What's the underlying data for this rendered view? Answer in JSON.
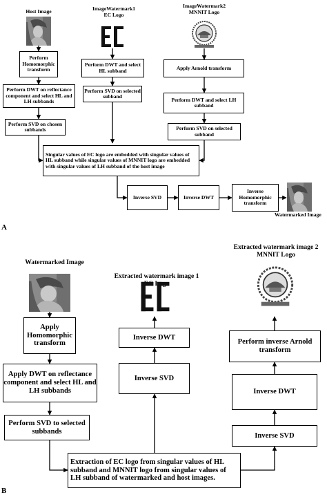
{
  "panel_a": {
    "letter": "A",
    "host_label": "Host Image",
    "wm1_label_line1": "ImageWatermark1",
    "wm1_label_line2": "EC Logo",
    "wm2_label_line1": "ImageWatermark2",
    "wm2_label_line2": "MNNIT Logo",
    "wm1_logo_text": "EC",
    "boxes": {
      "homomorphic": "Perform Homomorphic transform",
      "dwt_host": "Perform DWT on reflectance component and select HL and LH subbands",
      "svd_host": "Perform SVD on chosen subbands",
      "dwt_wm1": "Perform DWT and select HL subband",
      "svd_wm1": "Perform SVD on selected subband",
      "arnold": "Apply Arnold transform",
      "dwt_wm2": "Perform DWT and select LH subband",
      "svd_wm2": "Perform SVD on selected subband",
      "embed": "Singular values of EC logo are embedded with singular values of HL subband while singular values of MNNIT logo are embedded with singular values of LH subband of the host image",
      "inv_svd": "Inverse SVD",
      "inv_dwt": "Inverse DWT",
      "inv_homo": "Inverse Homomorphic transform"
    },
    "output_label": "Watermarked Image"
  },
  "panel_b": {
    "letter": "B",
    "input_label": "Watermarked Image",
    "ext1_line1": "Extracted  watermark image 1",
    "ext1_line2": "EC Logo",
    "ext2_line1": "Extracted watermark image 2",
    "ext2_line2": "MNNIT Logo",
    "ext1_logo_text": "EC",
    "boxes": {
      "homomorphic": "Apply Homomorphic transform",
      "dwt": "Apply DWT on reflectance component and select HL and LH subbands",
      "svd": "Perform SVD to selected subbands",
      "extract": "Extraction of EC logo from singular values of HL subband and MNNIT logo from singular values of LH subband of watermarked and host images.",
      "inv_dwt_1": "Inverse DWT",
      "inv_svd_1": "Inverse SVD",
      "inv_arnold": "Perform inverse Arnold transform",
      "inv_dwt_2": "Inverse DWT",
      "inv_svd_2": "Inverse SVD"
    }
  }
}
